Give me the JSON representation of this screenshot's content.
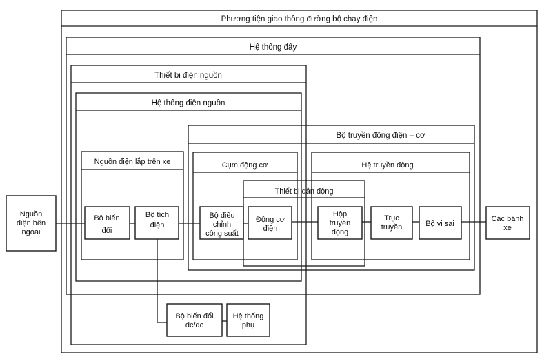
{
  "frames": {
    "vehicle": "Phương tiện giao thông đường bộ chạy điện",
    "propulsion": "Hệ thống đẩy",
    "power_source_equipment": "Thiết bị điện nguồn",
    "power_source_system": "Hệ thống điện nguồn",
    "electromechanical_drivetrain": "Bộ truyền động điện – cơ",
    "onboard_source": "Nguồn điện lắp trên xe",
    "motor_assembly": "Cụm động cơ",
    "transmission_system": "Hệ truyền động",
    "drive_unit": "Thiết bị dẫn động"
  },
  "blocks": {
    "external_source": [
      "Nguồn",
      "điện bên",
      "ngoài"
    ],
    "converter": [
      "Bộ biến",
      "đổi"
    ],
    "storage": [
      "Bộ tích",
      "điện"
    ],
    "power_controller": [
      "Bộ điều",
      "chỉnh",
      "công  suất"
    ],
    "motor": [
      "Động cơ",
      "điện"
    ],
    "gearbox": [
      "Hộp",
      "truyền",
      "động"
    ],
    "shaft": [
      "Trục",
      "truyền"
    ],
    "differential": [
      "Bộ vi sai"
    ],
    "wheels": [
      "Các bánh",
      "xe"
    ],
    "dcdc": [
      "Bộ biến đổi",
      "dc/dc"
    ],
    "auxiliary": [
      "Hệ thống",
      "phụ"
    ]
  }
}
